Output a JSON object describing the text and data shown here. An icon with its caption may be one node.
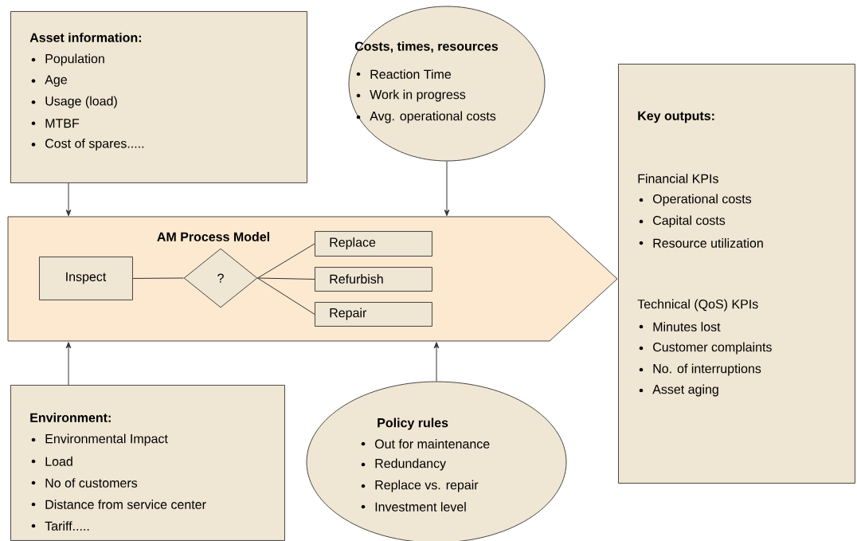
{
  "diagram": {
    "nodes": [
      {
        "text": [
          "Asset information:",
          "Population",
          "Age",
          "Usage (load)",
          "MTBF",
          "Cost of spares....."
        ]
      },
      {
        "text": [
          "Costs, times, resources",
          "Reaction Time",
          "Work in progress",
          "Avg. operational costs"
        ]
      },
      {
        "text": [
          "Key outputs:",
          "Financial KPIs",
          "Operational costs",
          "Capital costs",
          "Resource utilization",
          "Technical (QoS) KPIs",
          "Minutes lost",
          "Customer complaints",
          "No. of interruptions",
          "Asset aging"
        ]
      },
      {
        "text": [
          "AM Process Model"
        ]
      },
      {
        "text": [
          "Inspect"
        ],
        "in": 3
      },
      {
        "text": [
          "?"
        ],
        "in": 3
      },
      {
        "text": [
          "Replace"
        ],
        "in": 3
      },
      {
        "text": [
          "Refurbish"
        ],
        "in": 3
      },
      {
        "text": [
          "Repair"
        ],
        "in": 3
      },
      {
        "text": [
          "Environment:",
          "Environmental Impact",
          "Load",
          "No of customers",
          "Distance from service center",
          "Tariff....."
        ]
      },
      {
        "text": [
          "Policy rules",
          "Out for maintenance",
          "Redundancy",
          "Replace vs. repair",
          "Investment level"
        ]
      }
    ],
    "edges": [
      {
        "from": 0,
        "to": 3,
        "arrow": "to"
      },
      {
        "from": 1,
        "to": 3,
        "arrow": "to"
      },
      {
        "from": 9,
        "to": 3,
        "arrow": "to"
      },
      {
        "from": 10,
        "to": 3,
        "arrow": "to"
      },
      {
        "from": 4,
        "to": 5,
        "arrow": "none"
      },
      {
        "from": 5,
        "to": 6,
        "arrow": "none"
      },
      {
        "from": 5,
        "to": 7,
        "arrow": "none"
      },
      {
        "from": 5,
        "to": 8,
        "arrow": "none"
      }
    ]
  }
}
